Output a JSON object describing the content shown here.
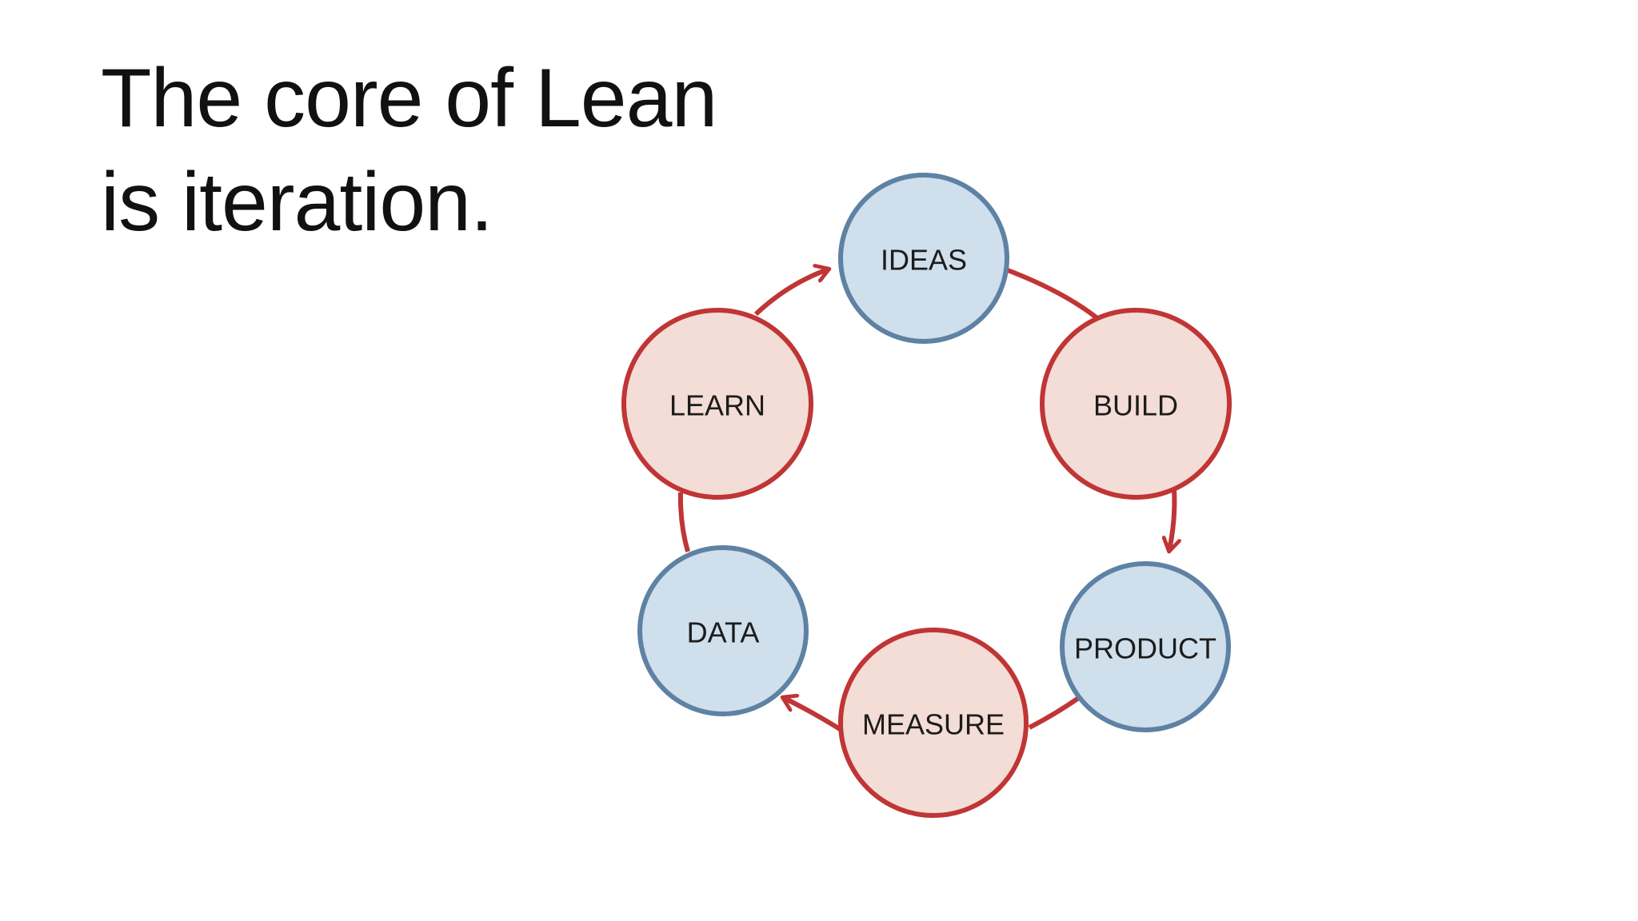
{
  "slide": {
    "title_line1": "The core of Lean",
    "title_line2": "is iteration."
  },
  "cycle": {
    "ideas": "IDEAS",
    "build": "BUILD",
    "product": "PRODUCT",
    "measure": "MEASURE",
    "data": "DATA",
    "learn": "LEARN"
  },
  "colors": {
    "blue_fill": "#cfdfec",
    "blue_stroke": "#5e82a3",
    "red_fill": "#f3ddd6",
    "red_stroke": "#c03535",
    "arrow": "#c03535"
  }
}
